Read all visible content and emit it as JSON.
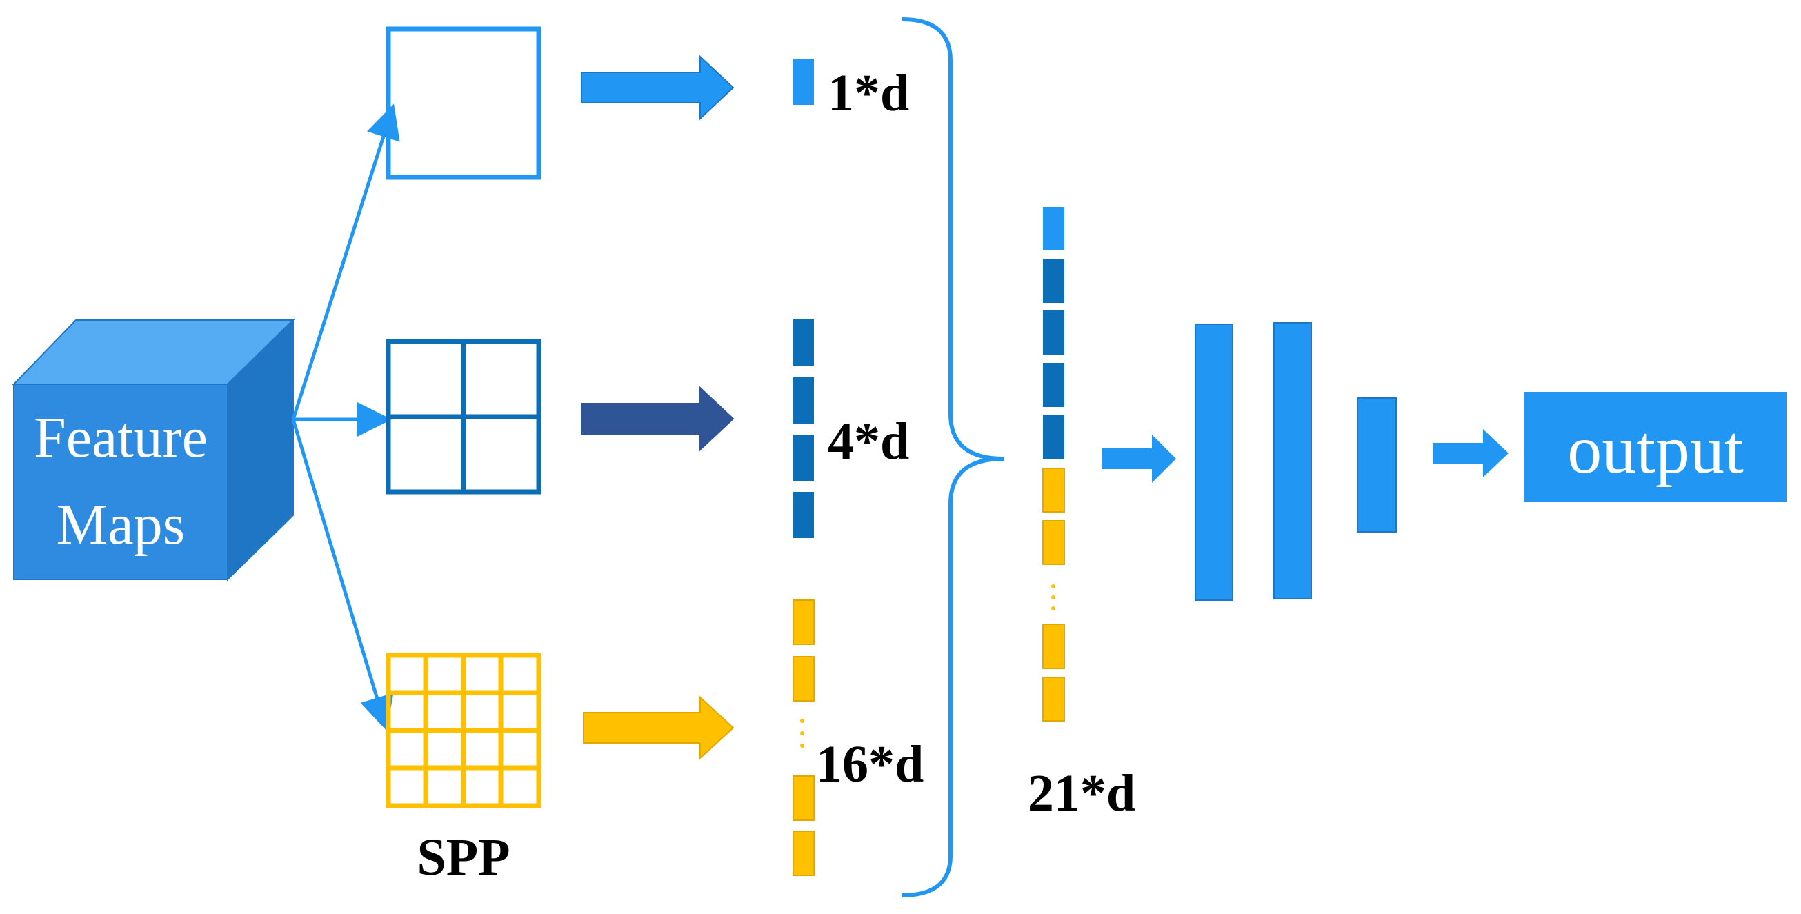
{
  "colors": {
    "blue": "#2196F3",
    "dark_blue": "#0D6EB8",
    "navy_arrow": "#2F5597",
    "gold": "#FFC000",
    "cube_front": "#2E8BE0",
    "cube_top": "#56ACF2",
    "cube_side": "#1F76C4"
  },
  "feature_maps": {
    "line1": "Feature",
    "line2": "Maps"
  },
  "pooling": {
    "label": "SPP"
  },
  "branch_labels": {
    "one": "1*d",
    "four": "4*d",
    "sixteen": "16*d"
  },
  "concat_label": "21*d",
  "output_label": "output"
}
